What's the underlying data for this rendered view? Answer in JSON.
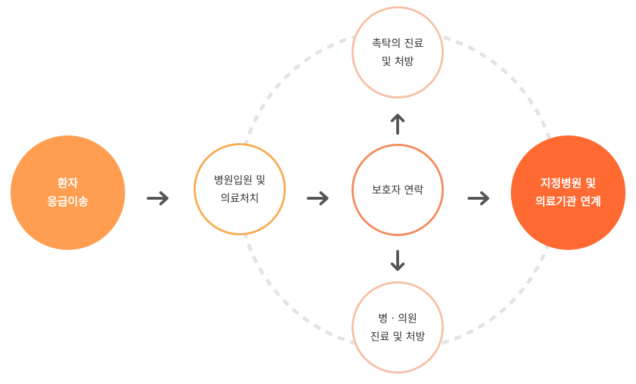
{
  "nodes": {
    "transport": {
      "line1": "환자",
      "line2": "응급이송"
    },
    "admission": {
      "line1": "병원입원 및",
      "line2": "의료처치"
    },
    "guardian": {
      "line1": "보호자 연락"
    },
    "commissioned": {
      "line1": "촉탁의 진료",
      "line2": "및 처방"
    },
    "clinic": {
      "line1": "병 · 의원",
      "line2": "진료 및 처방"
    },
    "designated": {
      "line1": "지정병원 및",
      "line2": "의료기관 연계"
    }
  },
  "colors": {
    "transport_fill": "#ff9e50",
    "admission_border": "#f8ab52",
    "guardian_border": "#f58a5a",
    "satellite_border": "#f6c0a6",
    "designated_fill": "#ff6a32",
    "arrow": "#555555",
    "dashed_ring": "#e3e3e3"
  }
}
